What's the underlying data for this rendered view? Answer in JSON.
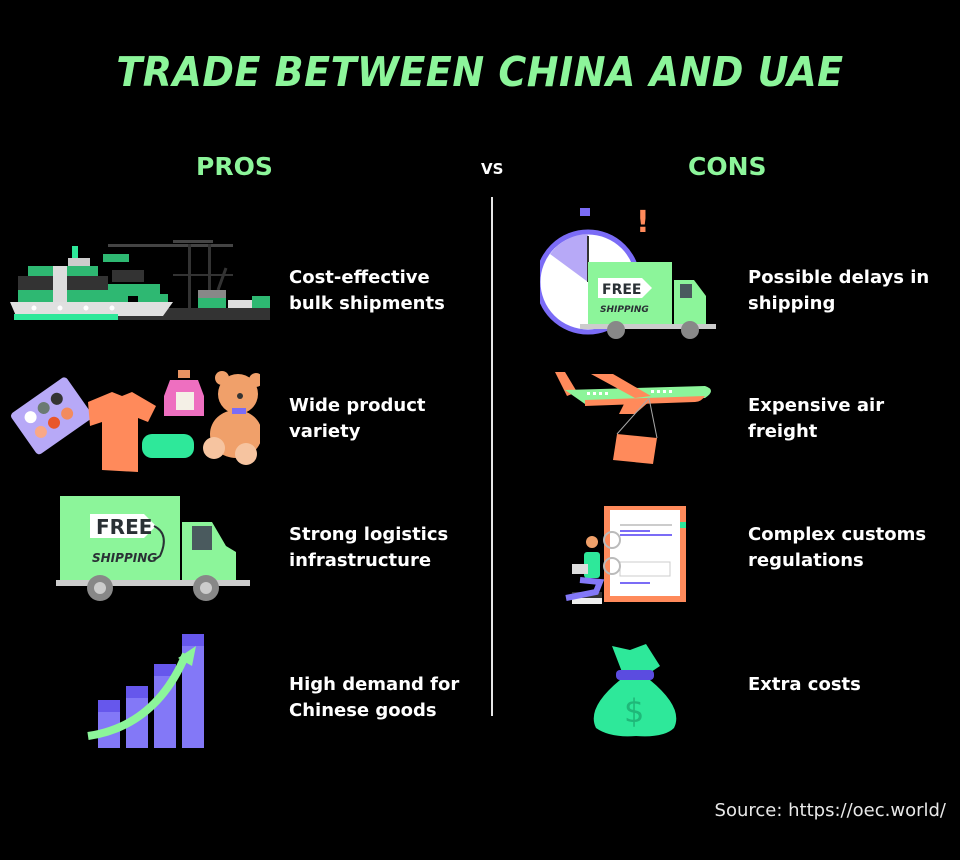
{
  "header": {
    "title": "TRADE BETWEEN CHINA AND UAE",
    "pros_label": "PROS",
    "vs_label": "VS",
    "cons_label": "CONS"
  },
  "pros": [
    {
      "text": "Cost-effective\nbulk shipments",
      "icon": "cargo-ship-port-icon"
    },
    {
      "text": "Wide product\nvariety",
      "icon": "consumer-products-icon"
    },
    {
      "text": "Strong logistics\ninfrastructure",
      "icon": "delivery-truck-icon"
    },
    {
      "text": "High demand for\nChinese goods",
      "icon": "growth-bar-chart-icon"
    }
  ],
  "cons": [
    {
      "text": "Possible delays in\nshipping",
      "icon": "stopwatch-truck-icon"
    },
    {
      "text": "Expensive air\nfreight",
      "icon": "airplane-cargo-icon"
    },
    {
      "text": "Complex customs\nregulations",
      "icon": "customs-documents-icon"
    },
    {
      "text": "Extra costs",
      "icon": "money-bag-icon"
    }
  ],
  "truck_tag": {
    "free": "FREE",
    "shipping": "SHIPPING"
  },
  "money_symbol": "$",
  "alert_symbol": "!",
  "source": "Source: https://oec.world/",
  "colors": {
    "background": "#000000",
    "accent_green": "#8CF59A",
    "mint": "#2EE89A",
    "purple": "#7B6CF6",
    "orange": "#FF8A5B",
    "pink": "#EE6FC0",
    "text": "#FFFFFF"
  }
}
